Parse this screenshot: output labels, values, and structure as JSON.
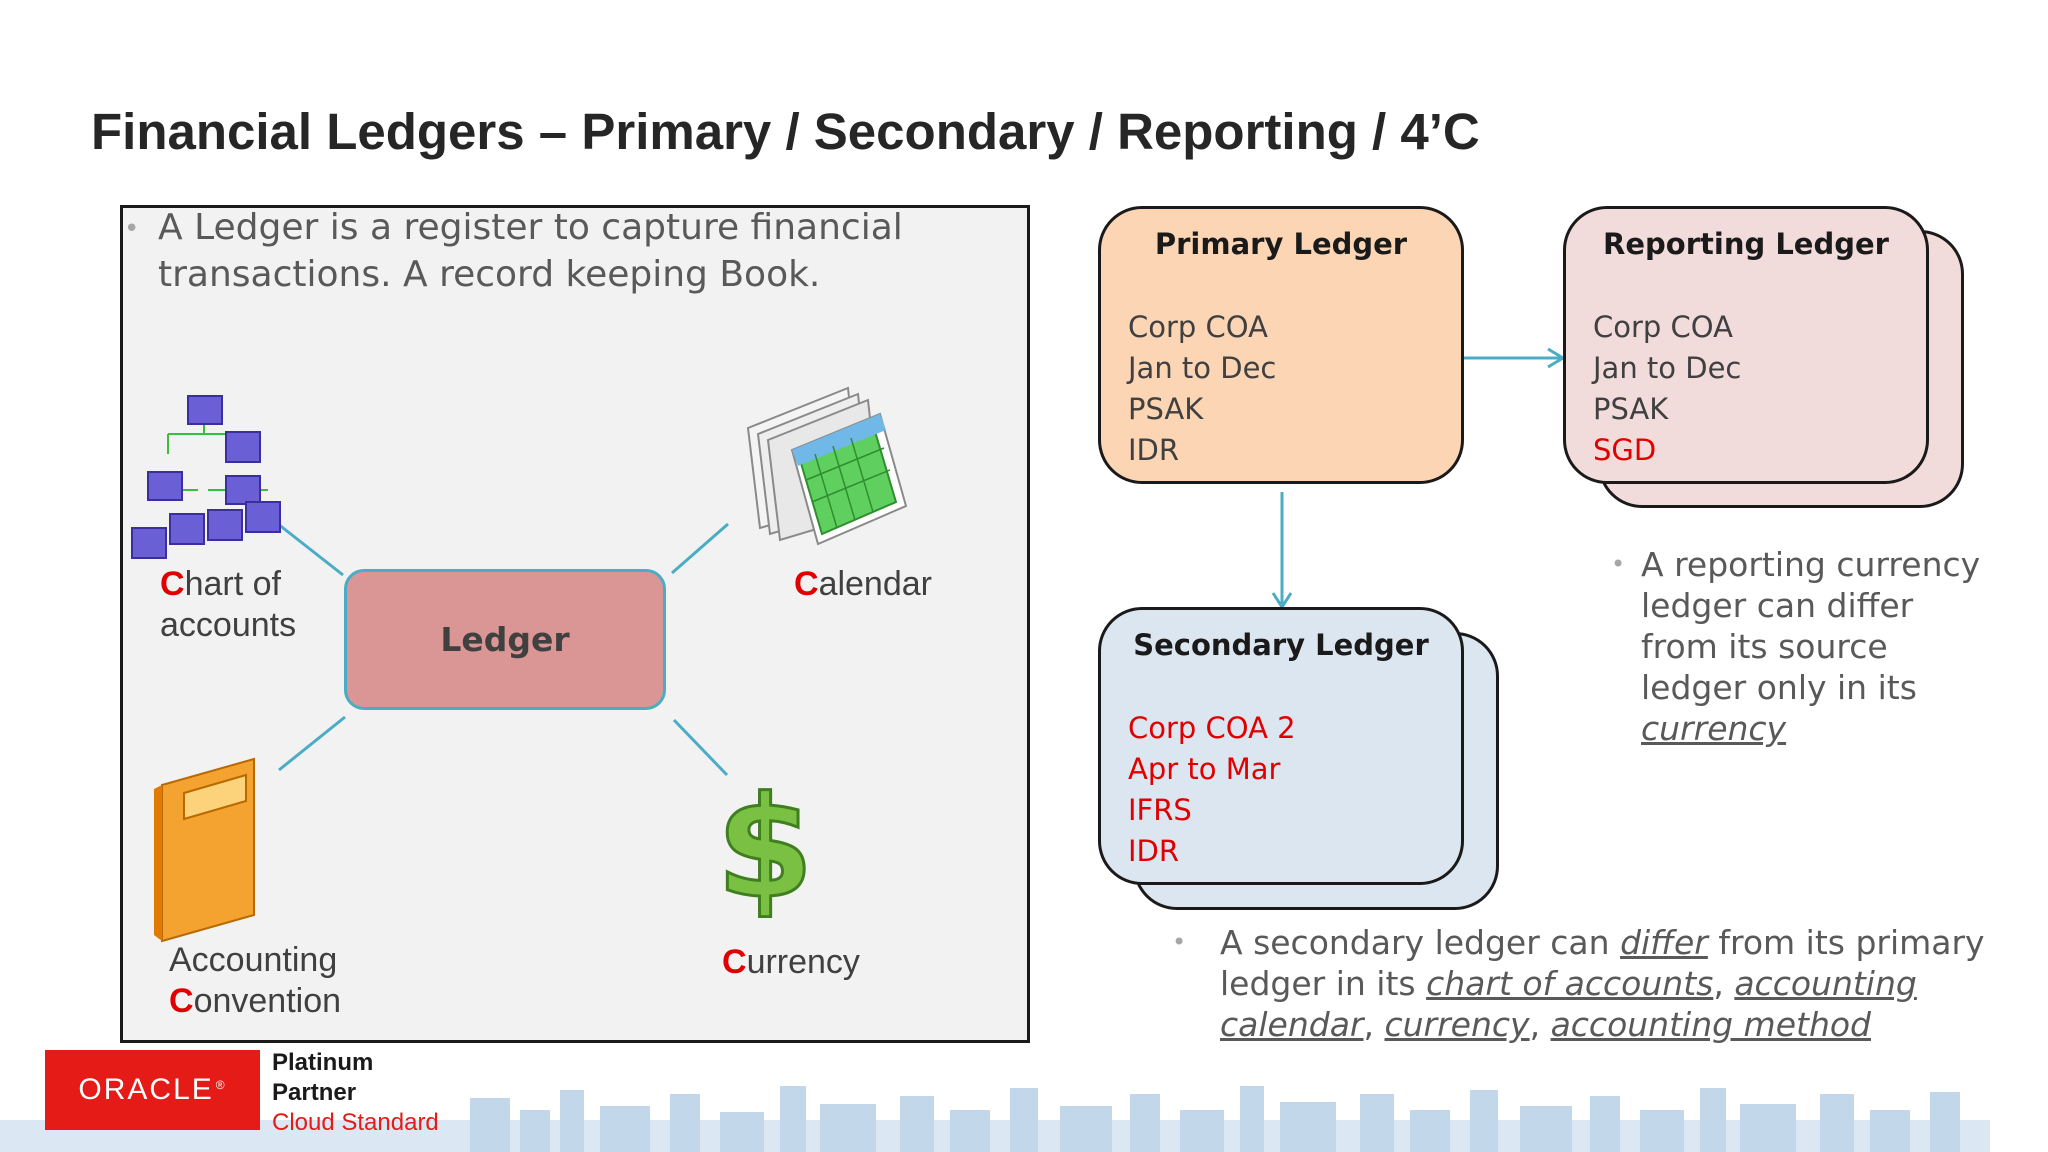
{
  "title": "Financial Ledgers – Primary / Secondary / Reporting / 4’C",
  "intro": {
    "text": "A Ledger is a register to capture financial transactions. A record keeping Book."
  },
  "center_label": "Ledger",
  "labels": {
    "chart": {
      "initial": "C",
      "rest1": "hart  of",
      "rest2": "accounts"
    },
    "calendar": {
      "initial": "C",
      "rest": "alendar"
    },
    "accounting": {
      "line1": "Accounting",
      "initial": "C",
      "rest": "onvention"
    },
    "currency": {
      "initial": "C",
      "rest": "urrency"
    }
  },
  "primary": {
    "title": "Primary Ledger",
    "lines": [
      "Corp COA",
      "Jan to Dec",
      "PSAK",
      "IDR"
    ]
  },
  "reporting": {
    "title": "Reporting Ledger",
    "lines": [
      "Corp COA",
      "Jan to Dec",
      "PSAK",
      "SGD"
    ]
  },
  "secondary": {
    "title": "Secondary Ledger",
    "lines": [
      "Corp COA 2",
      "Apr to Mar",
      "IFRS",
      "IDR"
    ]
  },
  "reporting_note": {
    "line1": "A  reporting currency",
    "line2": "ledger can differ",
    "line3": "from its source",
    "line4": "ledger only in its",
    "line5": "currency"
  },
  "secondary_note": {
    "p1": "A secondary ledger can ",
    "u1": "differ",
    "p2": " from its primary",
    "p3": "ledger in its ",
    "u2": "chart of accounts",
    "p4": ", ",
    "u3": "accounting",
    "u4": "calendar",
    "p5": ", ",
    "u5": "currency",
    "p6": ", ",
    "u6": "accounting method"
  },
  "footer": {
    "logo": "ORACLE",
    "reg": "®",
    "partner1": "Platinum",
    "partner2": "Partner",
    "partner3": "Cloud Standard"
  },
  "colors": {
    "primary_fill": "#fcd5b4",
    "reporting_fill": "#f2dcdb",
    "secondary_fill": "#dce6f1",
    "ledger_fill": "#d99694",
    "connector": "#4bacc6",
    "accent_red": "#e00000"
  }
}
